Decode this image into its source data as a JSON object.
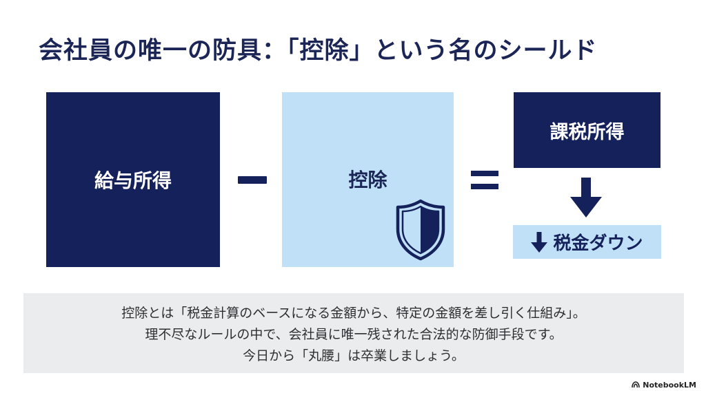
{
  "title": "会社員の唯一の防具：「控除」という名のシールド",
  "diagram": {
    "salary_income": "給与所得",
    "deduction": "控除",
    "taxable_income": "課税所得",
    "tax_down": "税金ダウン"
  },
  "explanation": {
    "line1": "控除とは「税金計算のベースになる金額から、特定の金額を差し引く仕組み」。",
    "line2": "理不尽なルールの中で、会社員に唯一残された合法的な防御手段です。",
    "line3": "今日から「丸腰」は卒業しましょう。"
  },
  "brand": "NotebookLM",
  "colors": {
    "navy": "#15215a",
    "light_blue": "#bfe0f6",
    "panel_gray": "#ebecee"
  },
  "icons": {
    "shield": "shield-icon",
    "arrow": "down-arrow-icon",
    "brand": "notebooklm-logo-icon"
  }
}
